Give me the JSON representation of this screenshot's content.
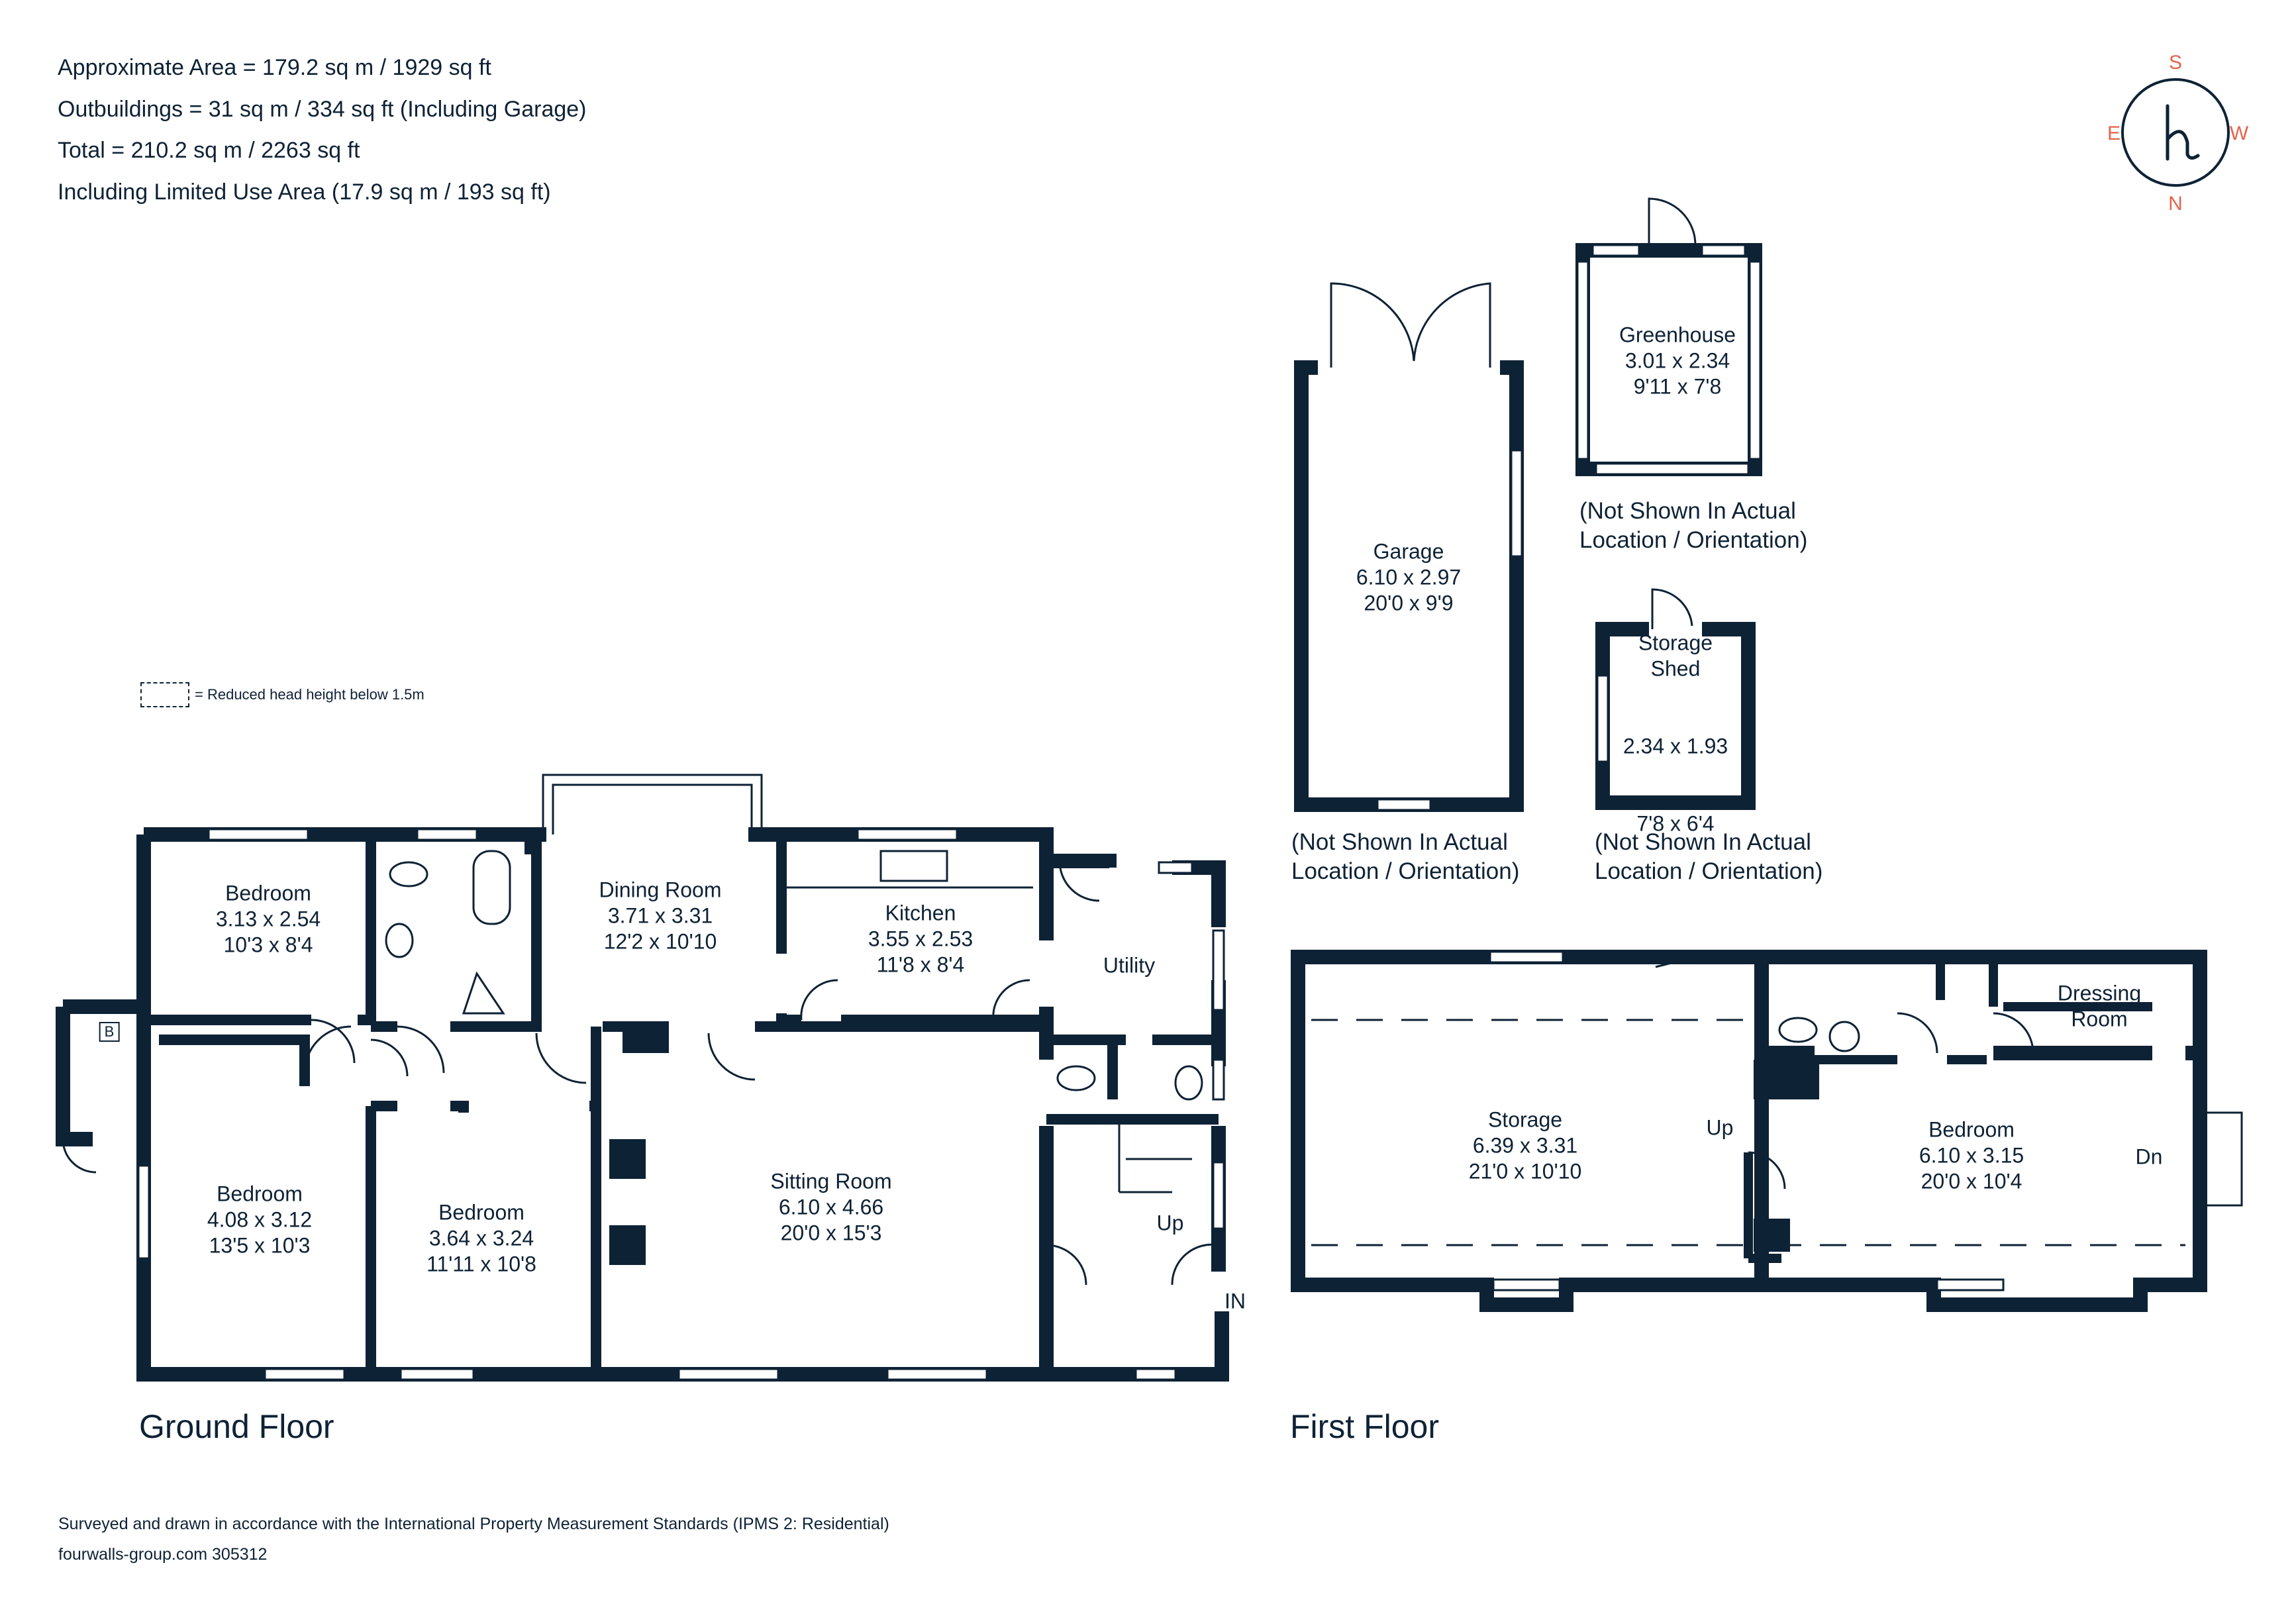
{
  "header": {
    "area_lines": [
      "Approximate Area = 179.2 sq m / 1929 sq ft",
      "Outbuildings = 31 sq m / 334 sq ft (Including Garage)",
      "Total = 210.2 sq m / 2263 sq ft",
      "Including Limited Use Area (17.9 sq m / 193 sq ft)"
    ]
  },
  "legend": {
    "label": "= Reduced head height below 1.5m"
  },
  "compass": {
    "north": "N",
    "south": "S",
    "east": "E",
    "west": "W",
    "logo_letter": "h"
  },
  "ground_floor": {
    "title": "Ground Floor",
    "rooms": [
      {
        "name": "Bedroom",
        "metric": "3.13 x 2.54",
        "imperial": "10'3 x 8'4"
      },
      {
        "name": "Dining Room",
        "metric": "3.71 x 3.31",
        "imperial": "12'2 x 10'10"
      },
      {
        "name": "Kitchen",
        "metric": "3.55 x 2.53",
        "imperial": "11'8 x 8'4"
      },
      {
        "name": "Utility",
        "metric": "",
        "imperial": ""
      },
      {
        "name": "Bedroom",
        "metric": "4.08 x 3.12",
        "imperial": "13'5 x 10'3"
      },
      {
        "name": "Bedroom",
        "metric": "3.64 x 3.24",
        "imperial": "11'11 x 10'8"
      },
      {
        "name": "Sitting Room",
        "metric": "6.10 x 4.66",
        "imperial": "20'0 x 15'3"
      }
    ],
    "tags": {
      "boiler": "B",
      "stairs_up": "Up",
      "entrance": "IN"
    }
  },
  "first_floor": {
    "title": "First Floor",
    "rooms": [
      {
        "name": "Storage",
        "metric": "6.39 x 3.31",
        "imperial": "21'0 x 10'10"
      },
      {
        "name": "Dressing\nRoom",
        "metric": "",
        "imperial": ""
      },
      {
        "name": "Bedroom",
        "metric": "6.10 x 3.15",
        "imperial": "20'0 x 10'4"
      }
    ],
    "tags": {
      "stairs_up": "Up",
      "stairs_down": "Dn"
    }
  },
  "outbuildings": {
    "rooms": [
      {
        "name": "Garage",
        "metric": "6.10 x 2.97",
        "imperial": "20'0 x 9'9"
      },
      {
        "name": "Greenhouse",
        "metric": "3.01 x 2.34",
        "imperial": "9'11 x 7'8"
      },
      {
        "name": "Storage\nShed",
        "metric": "2.34 x 1.93",
        "imperial": "7'8 x 6'4"
      }
    ],
    "notes": [
      "(Not Shown In Actual\nLocation / Orientation)",
      "(Not Shown In Actual\nLocation / Orientation)",
      "(Not Shown In Actual\nLocation / Orientation)"
    ]
  },
  "footer": {
    "standard": "Surveyed and drawn in accordance with the International Property Measurement Standards (IPMS 2: Residential)",
    "reference": "fourwalls-group.com 305312"
  },
  "colors": {
    "wall": "#0e2235",
    "compass_letters": "#e4634b",
    "background": "#ffffff"
  }
}
